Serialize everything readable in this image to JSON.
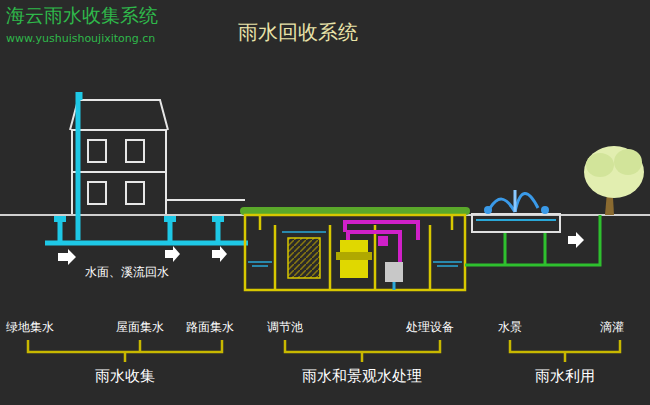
{
  "diagram": {
    "title": "雨水回收系统",
    "labels": [
      "海云雨水收集系统",
      "www.yushuishoujixitong.cn",
      "水面、溪流回水",
      "绿地集水",
      "屋面集水",
      "路面集水",
      "雨水收集",
      "调节池",
      "处理设备",
      "雨水和景观水处理",
      "水景",
      "滴灌",
      "雨水利用"
    ]
  }
}
